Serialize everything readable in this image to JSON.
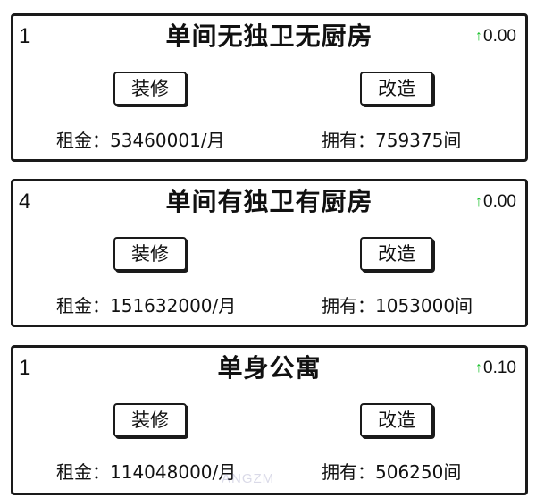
{
  "cards": [
    {
      "level": "1",
      "title": "单间无独卫无厨房",
      "rate_arrow": "↑",
      "rate": "0.00",
      "renovate_label": "装修",
      "rebuild_label": "改造",
      "rent": "租金：53460001/月",
      "owned": "拥有：759375间"
    },
    {
      "level": "4",
      "title": "单间有独卫有厨房",
      "rate_arrow": "↑",
      "rate": "0.00",
      "renovate_label": "装修",
      "rebuild_label": "改造",
      "rent": "租金：151632000/月",
      "owned": "拥有：1053000间"
    },
    {
      "level": "1",
      "title": "单身公寓",
      "rate_arrow": "↑",
      "rate": "0.10",
      "renovate_label": "装修",
      "rebuild_label": "改造",
      "rent": "租金：114048000/月",
      "owned": "拥有：506250间"
    }
  ],
  "watermark": "ANGZM",
  "colors": {
    "up_arrow": "#18c02a",
    "border": "#1a1a1a"
  }
}
